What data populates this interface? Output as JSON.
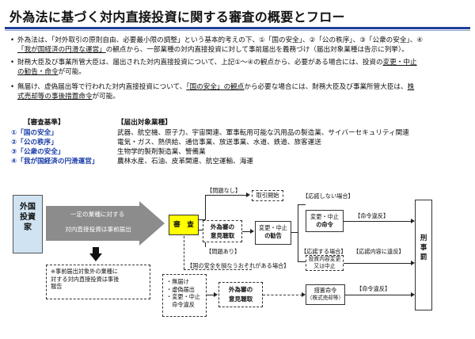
{
  "title": "外為法に基づく対内直接投資に関する審査の概要とフロー",
  "bullets": [
    {
      "line1": "外為法は、「対外取引の原則自由、必要最小限の調整」という基本的考えの下、",
      "line1_tail": "①「国の安全」、②「公の秩序」、③「公衆の安全」、④",
      "line2": "「我が国経済の円滑な運営」",
      "line2_tail": "の観点から、一部業種の対内直接投資に対して事前届出を義務づけ（届出対象業種は告示に列挙）。"
    },
    {
      "line1": "財務大臣及び事業所管大臣は、届出された対内直接投資について、上記①〜④の観点から、必要がある場合には、投資の",
      "line1_u": "変更・中止",
      "line2_u": "の勧告・命令",
      "line2": "が可能。"
    },
    {
      "line1": "無届け、虚偽届出等で行われた対内直接投資について、",
      "line1_u": "「国の安全」の観点",
      "line1_b": "から必要な場合には、財務大臣及び事業所管大臣は、",
      "line1_u2": "株",
      "line2_u": "式売却等の事後措置命令",
      "line2": "が可能。"
    }
  ],
  "criteria": {
    "header_left": "【審査基準】",
    "header_right": "【届出対象業種】",
    "rows": [
      {
        "num": "①",
        "label": "「国の安全」",
        "industries": "武器、航空機、原子力、宇宙関連、軍事転用可能な汎用品の製造業、サイバーセキュリティ関連"
      },
      {
        "num": "②",
        "label": "「公の秩序」",
        "industries": "電気・ガス、熱供給、通信事業、放送事業、水道、鉄道、旅客運送"
      },
      {
        "num": "③",
        "label": "「公衆の安全」",
        "industries": "生物学的製剤製造業、警備業"
      },
      {
        "num": "④",
        "label": "「我が国経済の円滑運営」",
        "industries": "農林水産、石油、皮革関連、航空運輸、海運"
      }
    ]
  },
  "flow": {
    "investor": "外国投資家",
    "arrow_line1": "一定の業種に対する",
    "arrow_line2": "対内直接投資は事前届出",
    "note": "※事前届出対象外の業種に対する対内直接投資は事後報告",
    "note_lines": [
      "※事前届出対象外の業種に",
      "対する対内直接投資は事後",
      "報告"
    ],
    "review": "審　査",
    "no_problem": "【問題なし】",
    "problem": "【問題あり】",
    "accept": "取引開始",
    "council1_a": "外為審の",
    "council1_b": "意見聴取",
    "recommend_a": "変更・中止",
    "recommend_b": "の勧告",
    "no_accept": "【応諾しない場合】",
    "order_a": "変更・中止",
    "order_b": "の命令",
    "violate1": "【命令違反】",
    "accept2": "【応諾する場合】",
    "violate2": "【応諾内容に違反】",
    "report_a": "投資内容変更",
    "report_b": "又は中止",
    "national_security": "【国の安全を損なうおそれがある場合】",
    "unfiled": [
      "・無届け",
      "・虚偽届出",
      "・変更・中止",
      "　命令違反"
    ],
    "council2_a": "外為審の",
    "council2_b": "意見聴取",
    "measure_a": "措置命令",
    "measure_b": "（株式売却等）",
    "violate3": "【命令違反】",
    "penalty": "刑事罰"
  },
  "colors": {
    "title_rule": "#1f3f99",
    "investor_bg": "#cfe3f3",
    "review_bg": "#ffff00",
    "criteria_blue": "#1a3ea8",
    "arrow_gray": "#8c8c8c"
  }
}
